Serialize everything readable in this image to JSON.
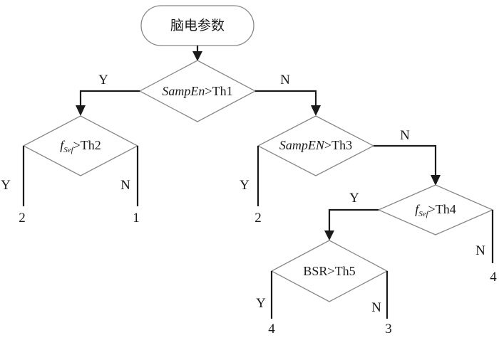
{
  "start": {
    "label": "脑电参数"
  },
  "nodes": {
    "d1": {
      "var": "SampEn",
      "op": ">",
      "th": "Th1"
    },
    "d2": {
      "f": "f",
      "sub": "Sef",
      "op": ">",
      "th": "Th2"
    },
    "d3": {
      "var": "SampEN",
      "op": ">",
      "th": "Th3"
    },
    "d4": {
      "f": "f",
      "sub": "Sef",
      "op": ">",
      "th": "Th4"
    },
    "d5": {
      "label": "BSR>Th5"
    }
  },
  "edges": {
    "d1_yes": "Y",
    "d1_no": "N",
    "d2_yes": "Y",
    "d2_no": "N",
    "d3_yes": "Y",
    "d3_no": "N",
    "d4_yes": "Y",
    "d4_no": "N",
    "d5_yes": "Y",
    "d5_no": "N"
  },
  "outcomes": {
    "d2_yes": "2",
    "d2_no": "1",
    "d3_yes": "2",
    "d4_no": "4",
    "d5_yes": "4",
    "d5_no": "3"
  },
  "colors": {
    "line": "#1a1a1a",
    "shape_border": "#888888",
    "background": "#ffffff"
  }
}
